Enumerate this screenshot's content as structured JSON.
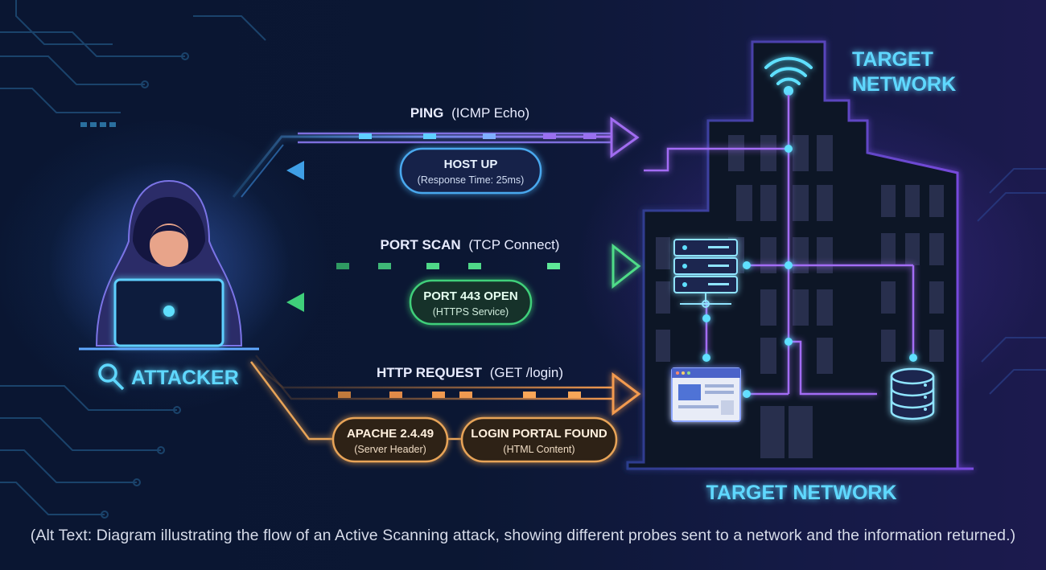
{
  "attacker": {
    "label": "ATTACKER",
    "icon": "magnifier-icon"
  },
  "target": {
    "title_top": "TARGET",
    "title_top_line2": "NETWORK",
    "title_bottom": "TARGET NETWORK"
  },
  "probes": {
    "ping": {
      "label": "PING",
      "detail": "(ICMP Echo)",
      "response_title": "HOST UP",
      "response_detail": "(Response Time: 25ms)",
      "color": "#8f7bf0",
      "response_color": "#49a6e6"
    },
    "port_scan": {
      "label": "PORT SCAN",
      "detail": "(TCP Connect)",
      "response_title": "PORT 443 OPEN",
      "response_detail": "(HTTPS Service)",
      "color": "#47d07e",
      "response_color": "#3fcf7a"
    },
    "http_request": {
      "label": "HTTP REQUEST",
      "detail": "(GET /login)",
      "responses": [
        {
          "title": "APACHE 2.4.49",
          "detail": "(Server Header)"
        },
        {
          "title": "LOGIN PORTAL FOUND",
          "detail": "(HTML Content)"
        }
      ],
      "color": "#f0914a",
      "response_color": "#e8a458"
    }
  },
  "alt_text": "(Alt Text: Diagram illustrating the flow of an Active Scanning attack, showing different probes sent to a network and the information returned.)",
  "colors": {
    "background": "#0b1430",
    "glow_cyan": "#5fd8ff",
    "glow_purple": "#9b6cff"
  }
}
